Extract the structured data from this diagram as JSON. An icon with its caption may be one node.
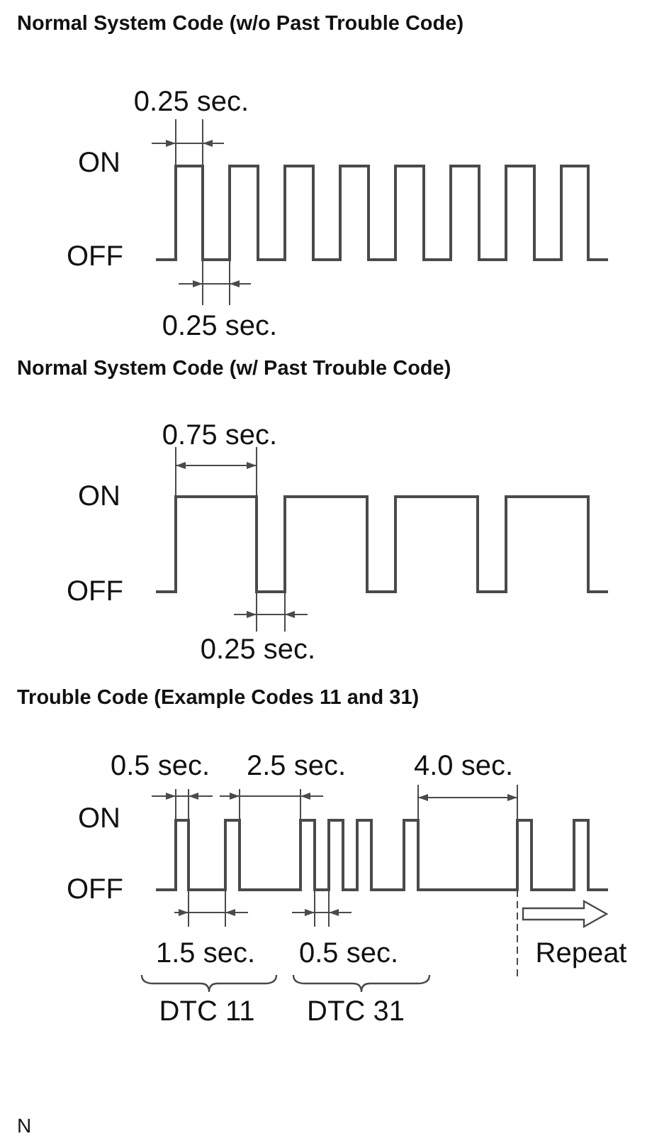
{
  "diagram": {
    "labels": [
      "Normal System Code (w/o Past Trouble Code)",
      "0.25 sec.",
      "ON",
      "OFF",
      "0.25 sec.",
      "Normal System Code (w/ Past Trouble Code)",
      "0.75 sec.",
      "ON",
      "OFF",
      "0.25 sec.",
      "Trouble Code (Example Codes 11 and 31)",
      "0.5 sec.",
      "2.5 sec.",
      "4.0 sec.",
      "ON",
      "OFF",
      "1.5 sec.",
      "0.5 sec.",
      "Repeat",
      "DTC 11",
      "DTC 31",
      "N"
    ]
  }
}
